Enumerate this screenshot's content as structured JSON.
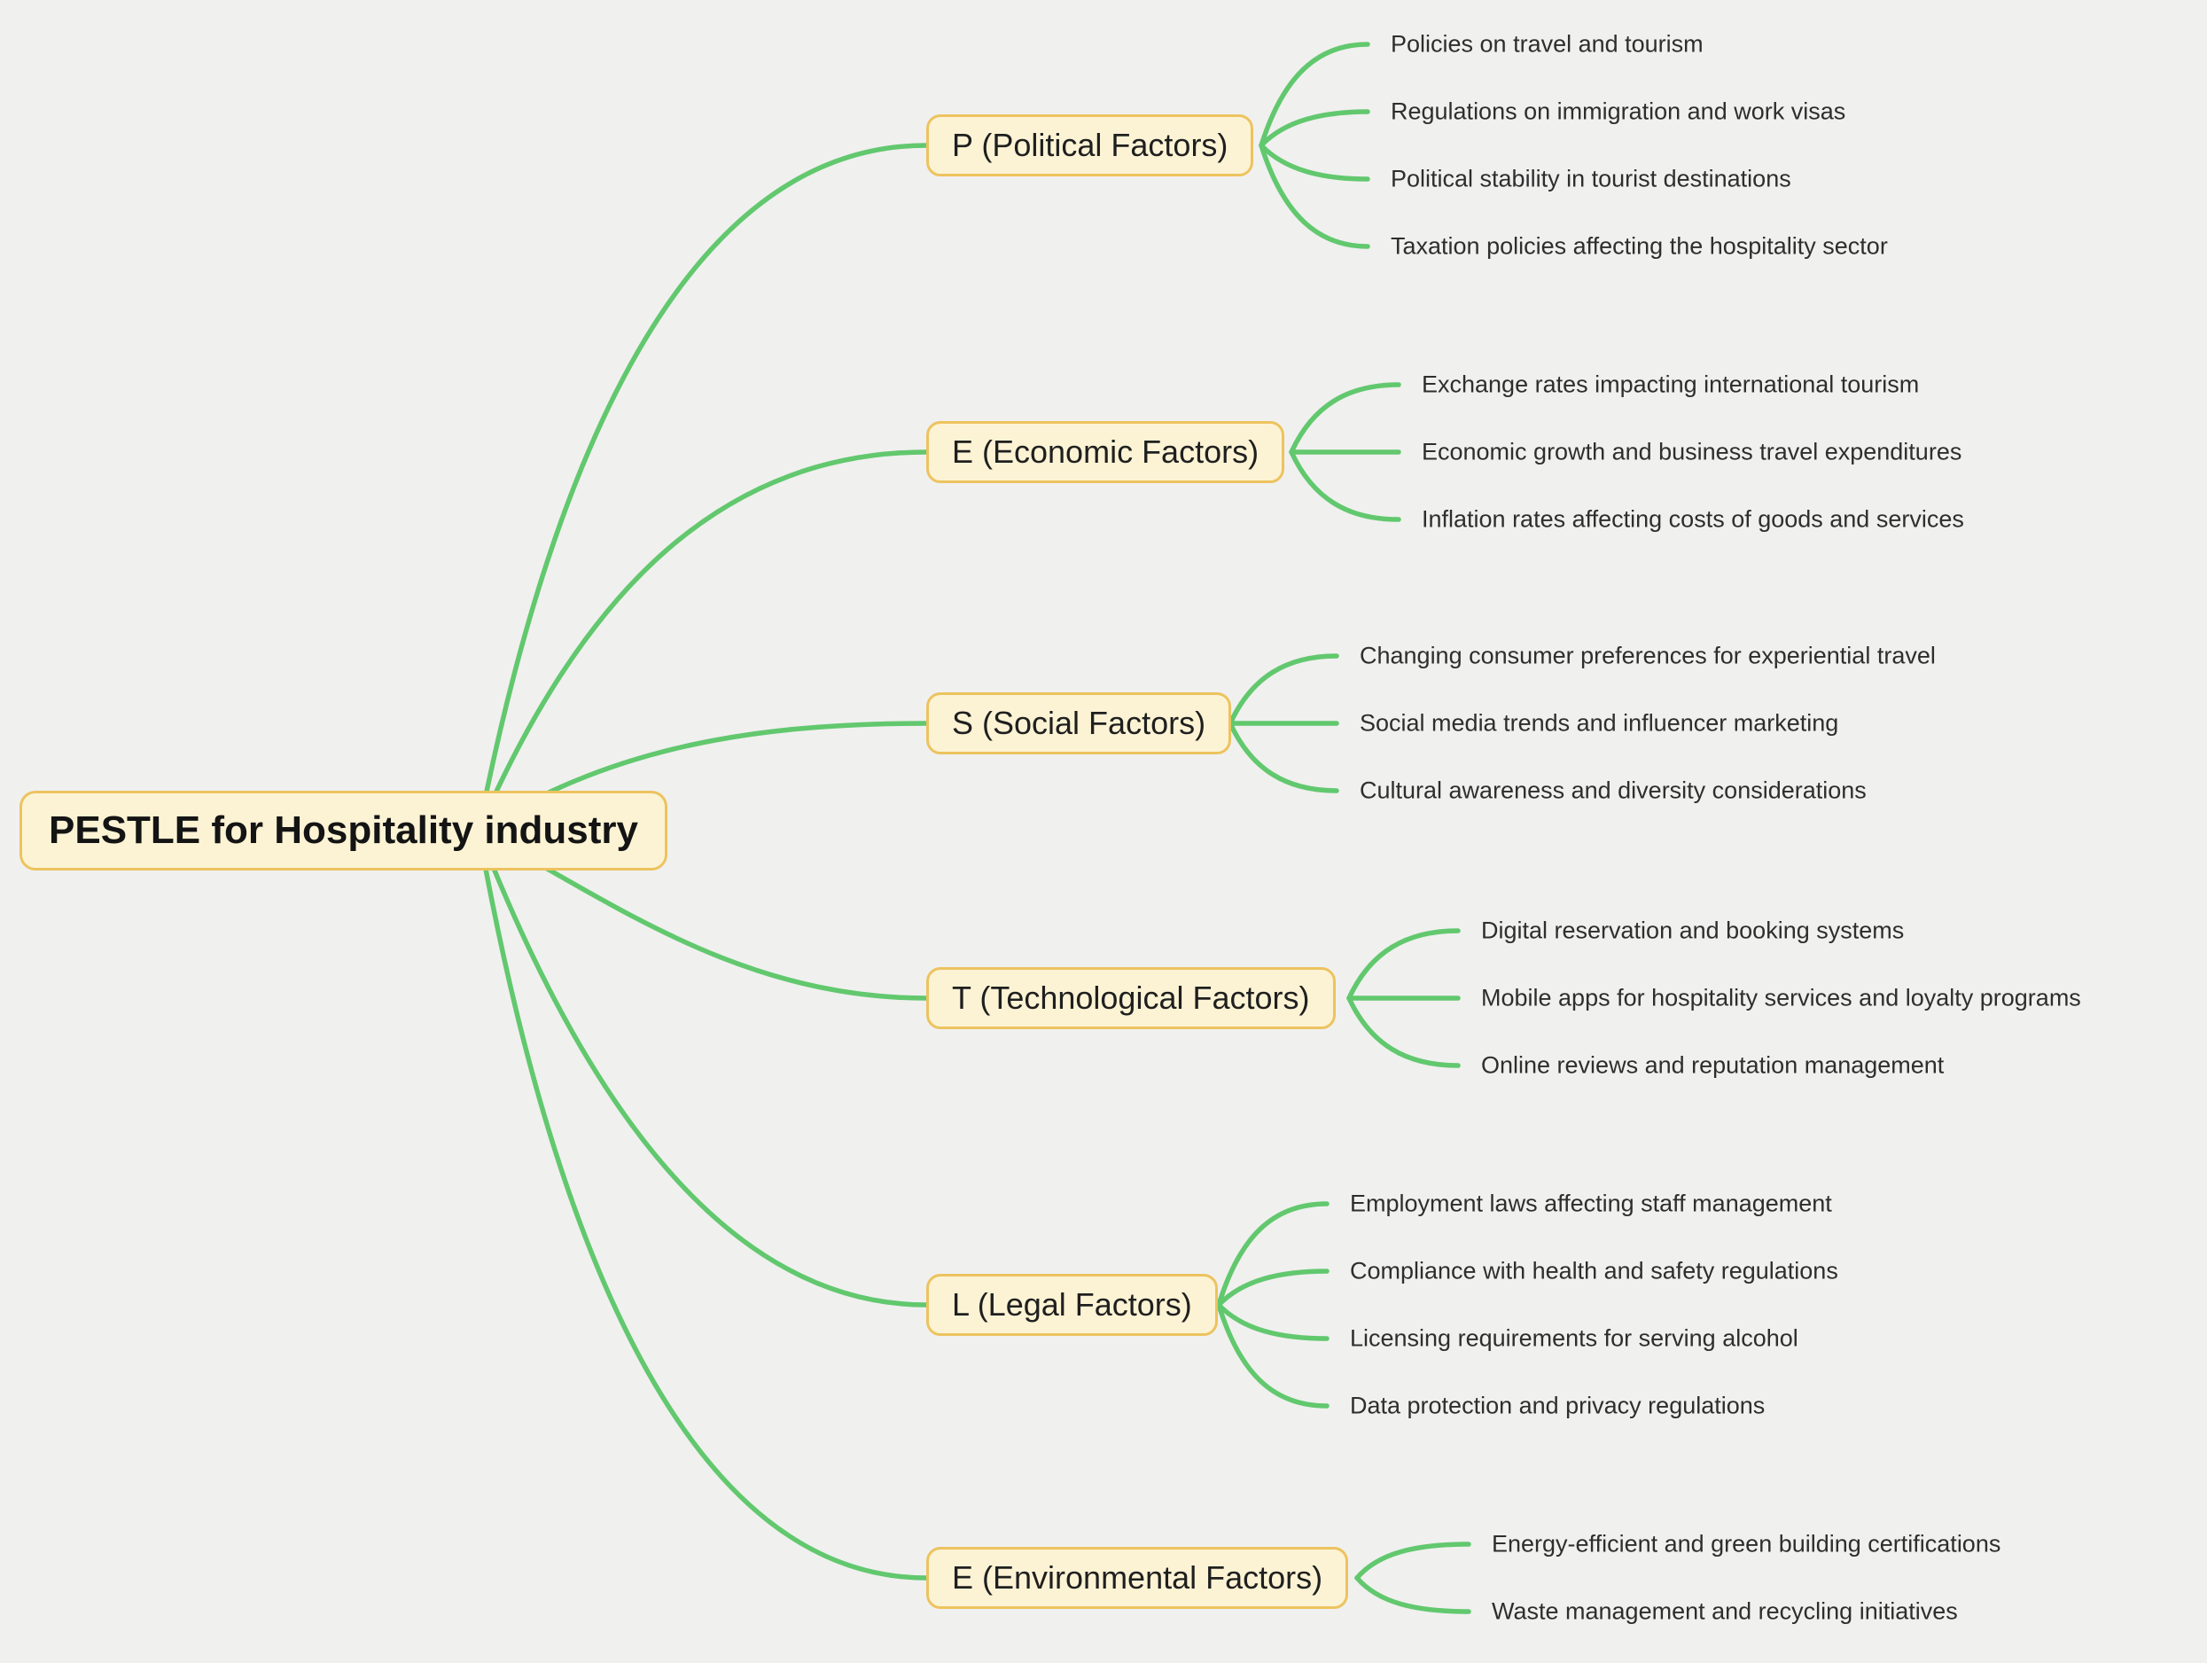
{
  "diagram_type": "mindmap",
  "root": {
    "label": "PESTLE for Hospitality industry"
  },
  "branches": [
    {
      "label": "P (Political Factors)",
      "children": [
        "Policies on travel and tourism",
        "Regulations on immigration and work visas",
        "Political stability in tourist destinations",
        "Taxation policies affecting the hospitality sector"
      ]
    },
    {
      "label": "E (Economic Factors)",
      "children": [
        "Exchange rates impacting international tourism",
        "Economic growth and business travel expenditures",
        "Inflation rates affecting costs of goods and services"
      ]
    },
    {
      "label": "S (Social Factors)",
      "children": [
        "Changing consumer preferences for experiential travel",
        "Social media trends and influencer marketing",
        "Cultural awareness and diversity considerations"
      ]
    },
    {
      "label": "T (Technological Factors)",
      "children": [
        "Digital reservation and booking systems",
        "Mobile apps for hospitality services and loyalty programs",
        "Online reviews and reputation management"
      ]
    },
    {
      "label": "L (Legal Factors)",
      "children": [
        "Employment laws affecting staff management",
        "Compliance with health and safety regulations",
        "Licensing requirements for serving alcohol",
        "Data protection and privacy regulations"
      ]
    },
    {
      "label": "E (Environmental Factors)",
      "children": [
        "Energy-efficient and green building certifications",
        "Waste management and recycling initiatives"
      ]
    }
  ],
  "colors": {
    "background": "#f0f0ef",
    "node_fill": "#fcf3d4",
    "node_border": "#edc35f",
    "connector": "#62c86e",
    "node_text": "#1f1f1f",
    "leaf_text": "#2e2e2e"
  }
}
